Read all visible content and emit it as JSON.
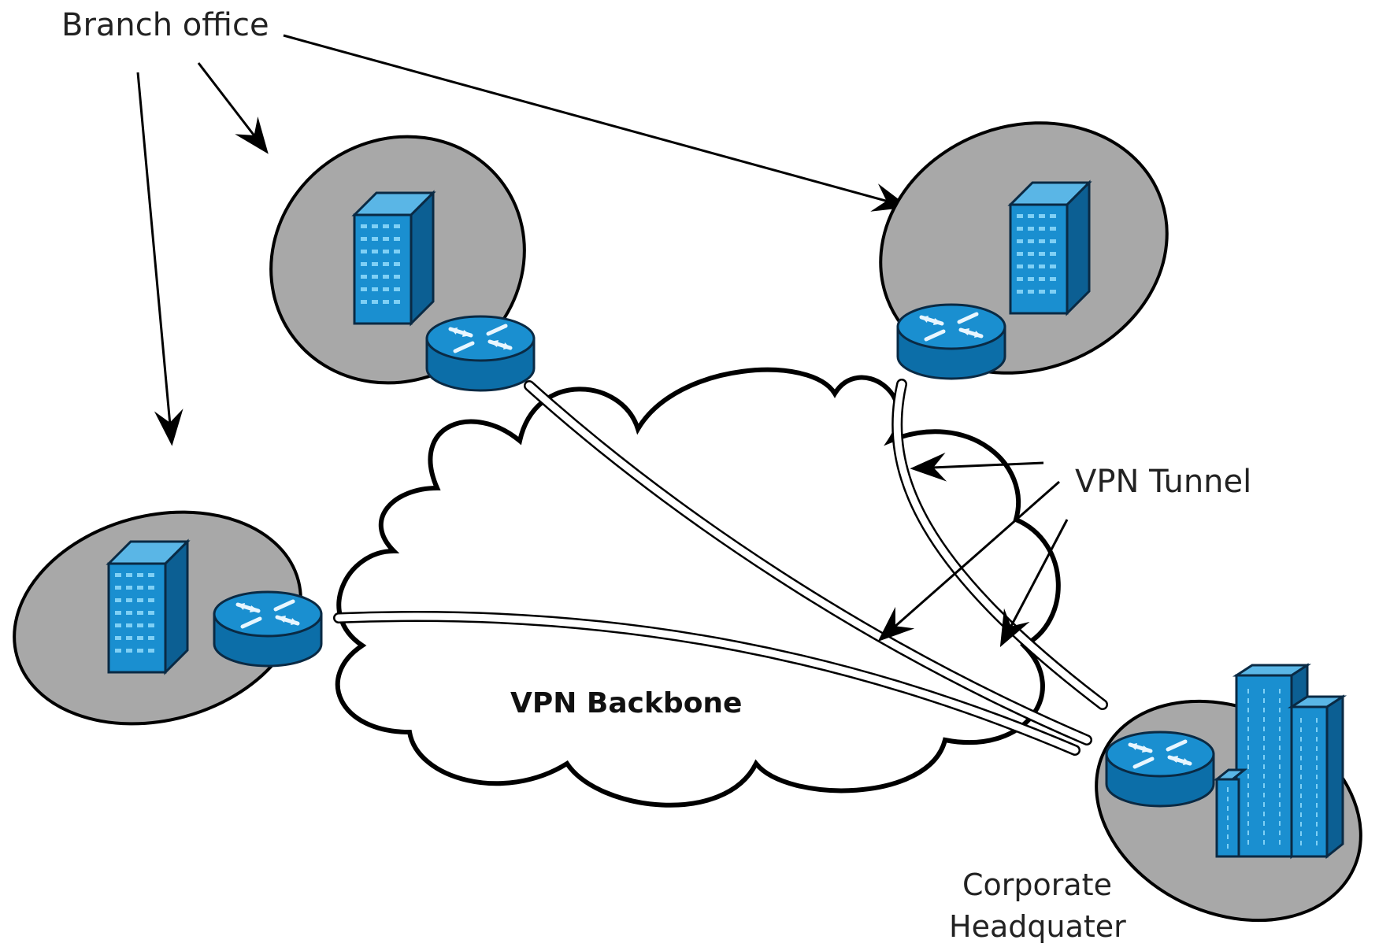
{
  "labels": {
    "branch_office": "Branch office",
    "vpn_tunnel": "VPN Tunnel",
    "vpn_backbone": "VPN Backbone",
    "corporate_hq_line1": "Corporate",
    "corporate_hq_line2": "Headquater"
  },
  "colors": {
    "site_fill": "#a8a8a8",
    "device_blue": "#1a8fd0",
    "device_dark": "#0c5f93",
    "device_outline": "#0a2a44",
    "cloud_fill": "#ffffff",
    "cloud_outline": "#000000"
  },
  "nodes": [
    {
      "id": "branch-office-1",
      "icons": [
        "building-icon",
        "router-icon"
      ]
    },
    {
      "id": "branch-office-2",
      "icons": [
        "building-icon",
        "router-icon"
      ]
    },
    {
      "id": "branch-office-3",
      "icons": [
        "building-icon",
        "router-icon"
      ]
    },
    {
      "id": "corporate-headquarter",
      "icons": [
        "router-icon",
        "skyscraper-icon"
      ]
    }
  ],
  "edges": [
    {
      "from": "branch-office-1",
      "to": "corporate-headquarter",
      "type": "vpn-tunnel"
    },
    {
      "from": "branch-office-2",
      "to": "corporate-headquarter",
      "type": "vpn-tunnel"
    },
    {
      "from": "branch-office-3",
      "to": "corporate-headquarter",
      "type": "vpn-tunnel"
    }
  ]
}
